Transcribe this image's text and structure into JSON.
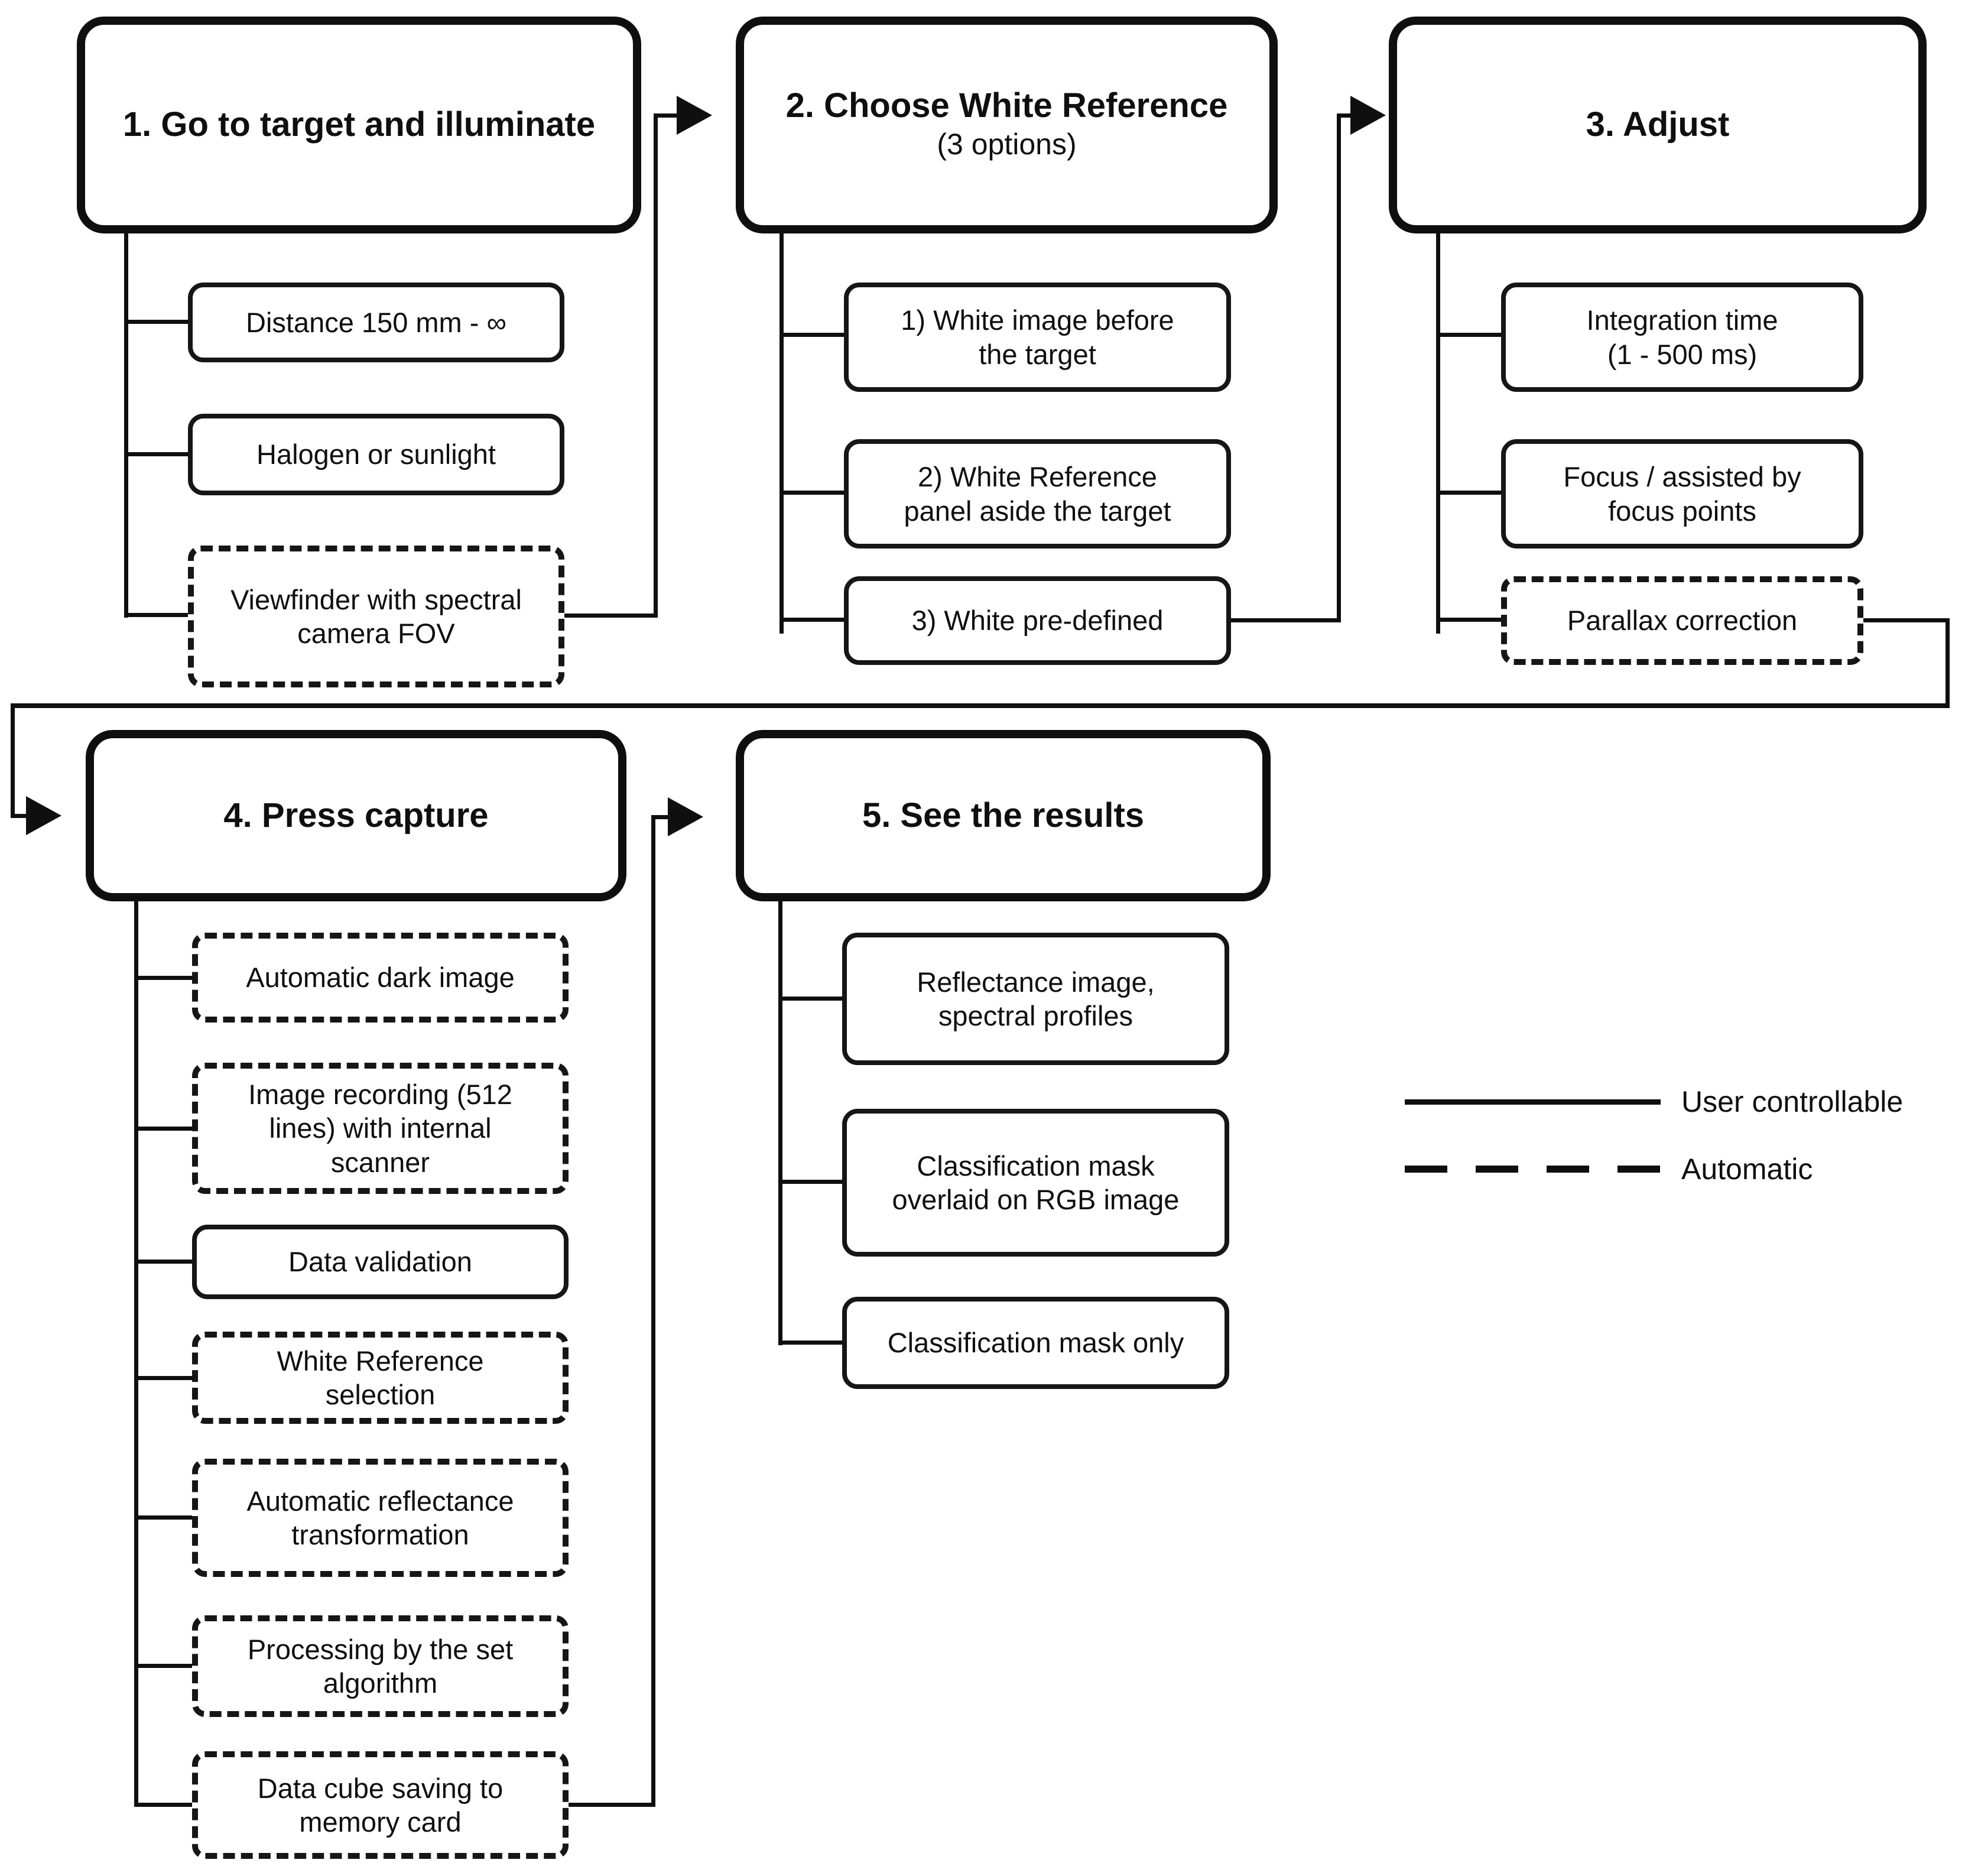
{
  "diagram": {
    "steps": [
      {
        "title": "1. Go to target and illuminate",
        "subtitle": "",
        "children": [
          {
            "label": "Distance 150 mm - ∞",
            "mode": "user"
          },
          {
            "label": "Halogen or sunlight",
            "mode": "user"
          },
          {
            "label": "Viewfinder with spectral\ncamera FOV",
            "mode": "automatic"
          }
        ]
      },
      {
        "title": "2. Choose White Reference",
        "subtitle": "(3 options)",
        "children": [
          {
            "label": "1) White image before\nthe target",
            "mode": "user"
          },
          {
            "label": "2) White Reference\npanel aside the target",
            "mode": "user"
          },
          {
            "label": "3) White pre-defined",
            "mode": "user"
          }
        ]
      },
      {
        "title": "3. Adjust",
        "subtitle": "",
        "children": [
          {
            "label": "Integration time\n(1 - 500 ms)",
            "mode": "user"
          },
          {
            "label": "Focus / assisted by\nfocus points",
            "mode": "user"
          },
          {
            "label": "Parallax correction",
            "mode": "automatic"
          }
        ]
      },
      {
        "title": "4. Press capture",
        "subtitle": "",
        "children": [
          {
            "label": "Automatic dark image",
            "mode": "automatic"
          },
          {
            "label": "Image recording (512\nlines) with internal\nscanner",
            "mode": "automatic"
          },
          {
            "label": "Data validation",
            "mode": "user"
          },
          {
            "label": "White Reference\nselection",
            "mode": "automatic"
          },
          {
            "label": "Automatic reflectance\ntransformation",
            "mode": "automatic"
          },
          {
            "label": "Processing by the set\nalgorithm",
            "mode": "automatic"
          },
          {
            "label": "Data cube saving to\nmemory card",
            "mode": "automatic"
          }
        ]
      },
      {
        "title": "5. See the results",
        "subtitle": "",
        "children": [
          {
            "label": "Reflectance image,\nspectral profiles",
            "mode": "user"
          },
          {
            "label": "Classification mask\noverlaid on RGB image",
            "mode": "user"
          },
          {
            "label": "Classification mask only",
            "mode": "user"
          }
        ]
      }
    ],
    "legend": {
      "solid_label": "User controllable",
      "dashed_label": "Automatic"
    },
    "colors": {
      "line": "#0f0f0f",
      "background": "#ffffff"
    }
  }
}
